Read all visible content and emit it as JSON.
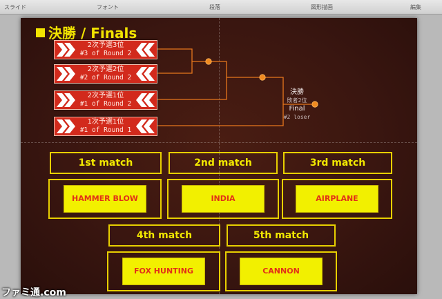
{
  "ribbon": {
    "labels": [
      "スライド",
      "フォント",
      "段落",
      "図形描画",
      "編集"
    ]
  },
  "slide": {
    "title": "決勝 / Finals",
    "seeds": [
      {
        "jp": "2次予選3位",
        "en": "#3 of Round 2"
      },
      {
        "jp": "2次予選2位",
        "en": "#2 of Round 2"
      },
      {
        "jp": "2次予選1位",
        "en": "#1 of Round 2"
      },
      {
        "jp": "1次予選1位",
        "en": "#1 of Round 1"
      }
    ],
    "final": {
      "jp": "決勝",
      "jp_sub": "敗者2位",
      "en": "Final",
      "en_sub": "#2 loser"
    },
    "matches": [
      {
        "label": "1st match",
        "event": "HAMMER BLOW"
      },
      {
        "label": "2nd match",
        "event": "INDIA"
      },
      {
        "label": "3rd match",
        "event": "AIRPLANE"
      },
      {
        "label": "4th match",
        "event": "FOX HUNTING"
      },
      {
        "label": "5th match",
        "event": "CANNON"
      }
    ]
  },
  "watermark": "ファミ通.com",
  "colors": {
    "slide_bg": "#3a1610",
    "accent_yellow": "#f2e400",
    "seed_red": "#d22a1c",
    "bracket_orange": "#e8771c",
    "event_text": "#e23018"
  }
}
